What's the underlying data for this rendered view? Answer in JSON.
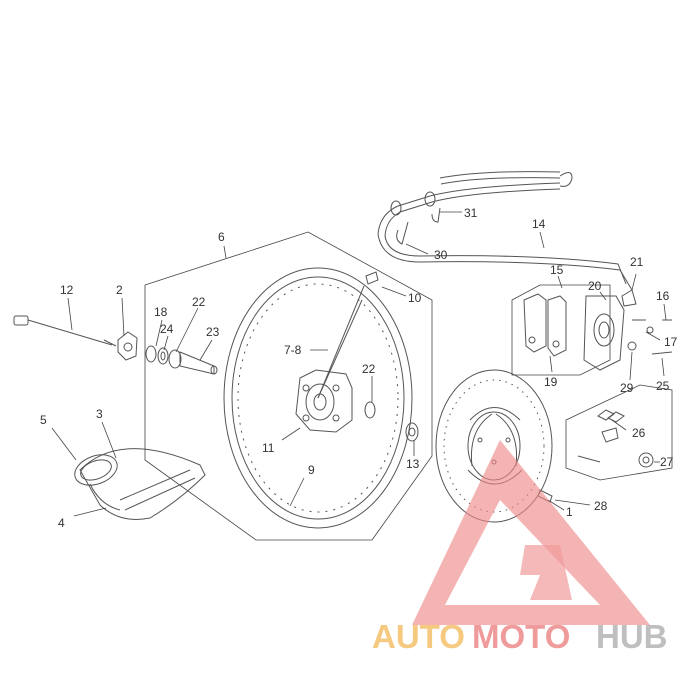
{
  "parts": {
    "p1": "1",
    "p2": "2",
    "p3": "3",
    "p4": "4",
    "p5": "5",
    "p6": "6",
    "p7_8": "7-8",
    "p9": "9",
    "p10": "10",
    "p11": "11",
    "p12": "12",
    "p13": "13",
    "p14": "14",
    "p15": "15",
    "p16": "16",
    "p17": "17",
    "p18": "18",
    "p19": "19",
    "p20": "20",
    "p21": "21",
    "p22a": "22",
    "p22b": "22",
    "p23": "23",
    "p24": "24",
    "p25": "25",
    "p26": "26",
    "p27": "27",
    "p28": "28",
    "p29": "29",
    "p30": "30",
    "p31": "31"
  },
  "watermark": {
    "auto": "AUTO",
    "moto": "MOTO",
    "hub": "HUB",
    "colors": {
      "triangle": "#f08a8a",
      "auto": "#f4c069",
      "moto": "#ee8a8a",
      "hub": "#b5b5b5"
    }
  }
}
